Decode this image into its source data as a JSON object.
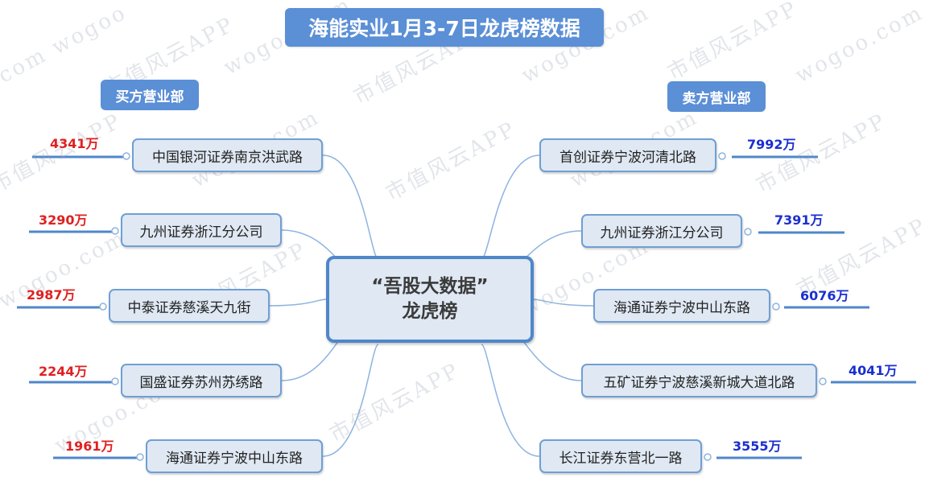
{
  "title": "海能实业1月3-7日龙虎榜数据",
  "center": {
    "line1": "“吾股大数据”",
    "line2": "龙虎榜"
  },
  "buy": {
    "label": "买方营业部",
    "items": [
      {
        "name": "中国银河证券南京洪武路",
        "amount": "4341万"
      },
      {
        "name": "九州证券浙江分公司",
        "amount": "3290万"
      },
      {
        "name": "中泰证券慈溪天九街",
        "amount": "2987万"
      },
      {
        "name": "国盛证券苏州苏绣路",
        "amount": "2244万"
      },
      {
        "name": "海通证券宁波中山东路",
        "amount": "1961万"
      }
    ]
  },
  "sell": {
    "label": "卖方营业部",
    "items": [
      {
        "name": "首创证券宁波河清北路",
        "amount": "7992万"
      },
      {
        "name": "九州证券浙江分公司",
        "amount": "7391万"
      },
      {
        "name": "海通证券宁波中山东路",
        "amount": "6076万"
      },
      {
        "name": "五矿证券宁波慈溪新城大道北路",
        "amount": "4041万"
      },
      {
        "name": "长江证券东营北一路",
        "amount": "3555万"
      }
    ]
  },
  "watermarks": [
    "com wogoo",
    "市值风云APP",
    "wogoo.com",
    "市值风云APP",
    "wogoo.com",
    "市值风云APP",
    "wogoo.com",
    "市值风云APP",
    "wogoo.com",
    "市值风云APP",
    "wogoo.com",
    "市值风云APP",
    "wogoo.com",
    "市值风云APP",
    "wogoo.com",
    "市值风云APP",
    "wogoo.com",
    "市值风云APP"
  ],
  "colors": {
    "accent": "#5b8fd6",
    "node_fill": "#dfe8f3",
    "buy_amount": "#e02020",
    "sell_amount": "#1a2fd0"
  }
}
